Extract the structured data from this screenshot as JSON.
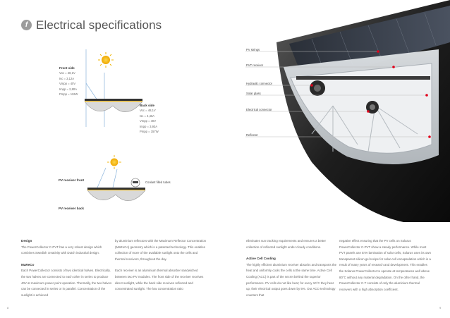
{
  "header": {
    "badge": "f",
    "title": "Electrical specifications"
  },
  "front_side": {
    "label": "Front side",
    "specs": [
      "Voc = 48,1V",
      "Isc = 3,12A",
      "Vmpp = 40V",
      "Impp = 2,80A",
      "Pmpp = 112W"
    ]
  },
  "back_side": {
    "label": "Back side",
    "specs": [
      "Voc = 48,1V",
      "Isc = 4,46A",
      "Vmpp = 40V",
      "Impp = 3,93A",
      "Pmpp = 157W"
    ]
  },
  "receiver_diagram": {
    "front_label": "PV receiver front",
    "back_label": "PV receiver back",
    "callout": "Coolant filled tubes"
  },
  "photo_callouts": [
    "PV strings",
    "PVT receiver",
    "Hydraulic connector",
    "Solar glass",
    "Electrical connector",
    "Reflector"
  ],
  "body_text": {
    "col1": {
      "h1": "Design",
      "p1": "The PowerCollector C-PVT has a very robust design which combines Swedish creativity with Dutch industrial design.",
      "h2": "MaReCo",
      "p2": "Each PowerCollector consists of two identical halves. Electrically, the two halves are connected to each other in series to produce 40V at maximum power point operation. Thermally, the two halves can be connected in series or in parallel. Concentration of the sunlight is achieved"
    },
    "col2": {
      "p1": "by aluminium reflectors with the Maximum Reflector Concentration (MaReCo) geometry which is a patented technology. This enables collection of more of the available sunlight onto the cells and thermal receivers, throughout the day.",
      "p2": "Each receiver is an aluminium thermal absorber sandwiched between two PV modules. The front side of the receiver receives direct sunlight, while the back side receives reflected and concentrated sunlight. The low concentration ratio"
    },
    "col3": {
      "p1": "eliminates sun tracking requirements and ensures a better collection of reflected sunlight under cloudy conditions.",
      "h2": "Active Cell Cooling",
      "p2": "The highly efficient aluminium receiver absorbs and transports the heat and uniformly cools the cells at the same time. Active Cell Cooling (ACC) is part of the secret behind the superior performance. PV cells do not like heat; for every 10°C they heat up, their electrical output goes down by 5%. Our ACC-technology counters that"
    },
    "col4": {
      "p1": "negative effect ensuring that the PV cells on Solarus PowerCollector C-PVT show a steady performance. While most PVT panels use EVA lamination of solar cells, Solarus uses its own transparent silicon gel recipe for solar-cell encapsulation which is a result of many years of research and development. This enables the Solarus PowerCollector to operate at temperatures well above 80°C without any material degradation. On the other hand, the PowerCollector C-T consists of only the aluminium thermal receivers with a high absorption coefficient."
    }
  },
  "page_numbers": {
    "left": "8",
    "right": "9"
  },
  "colors": {
    "accent": "#e2001a",
    "sun": "#f0b400",
    "ray": "#8ab4dc"
  }
}
